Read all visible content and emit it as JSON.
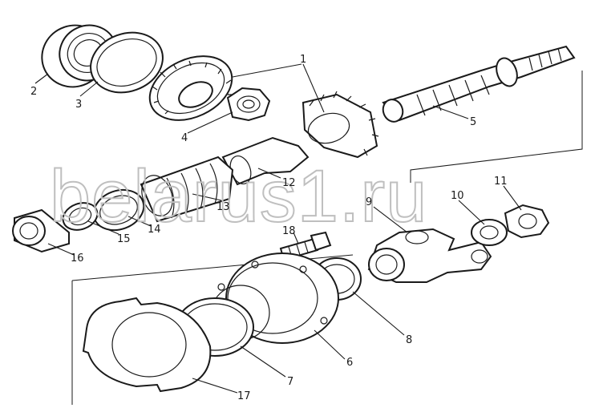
{
  "watermark": "belarus1.ru",
  "callouts": [
    "1",
    "2",
    "3",
    "4",
    "5",
    "6",
    "7",
    "8",
    "9",
    "10",
    "11",
    "12",
    "13",
    "14",
    "15",
    "16",
    "17",
    "18"
  ],
  "colors": {
    "line": "#1a1a1a",
    "watermark": "#bfbfbf",
    "background": "#ffffff"
  }
}
